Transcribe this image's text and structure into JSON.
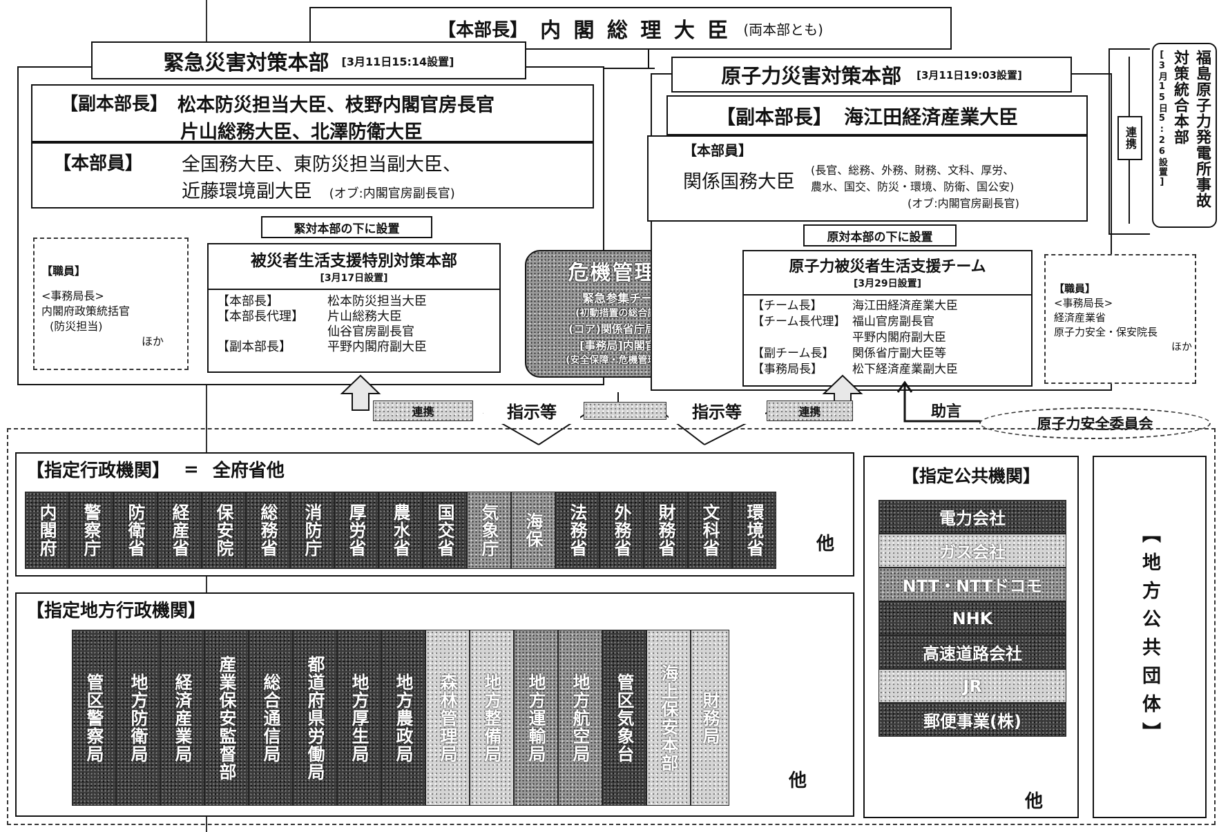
{
  "top": {
    "head_label": "【本部長】",
    "head_name": "内 閣 総 理 大 臣",
    "head_note": "(両本部とも)"
  },
  "emergency": {
    "title": "緊急災害対策本部",
    "date": "[3月11日15:14設置]",
    "vice_label": "【副本部長】",
    "vice_line1": "松本防災担当大臣、枝野内閣官房長官",
    "vice_line2": "片山総務大臣、北澤防衛大臣",
    "member_label": "【本部員】",
    "member_line1": "全国務大臣、東防災担当副大臣、",
    "member_line2": "近藤環境副大臣",
    "member_note": "(オブ:内閣官房副長官)",
    "staff_label": "【職員】",
    "staff_line1": "<事務局長>",
    "staff_line2": "内閣府政策統括官",
    "staff_line3": "(防災担当)",
    "staff_line4": "ほか",
    "under_label": "緊対本部の下に設置"
  },
  "victim_support": {
    "title": "被災者生活支援特別対策本部",
    "date": "[3月17日設置]",
    "rows": [
      {
        "k": "【本部長】",
        "v": "松本防災担当大臣"
      },
      {
        "k": "【本部長代理】",
        "v": "片山総務大臣"
      },
      {
        "k": "",
        "v": "仙谷官房副長官"
      },
      {
        "k": "【副本部長】",
        "v": "平野内閣府副大臣"
      }
    ]
  },
  "crisis": {
    "title": "危機管理監",
    "line1": "緊急参集チーム",
    "line2": "(初動措置の総合調整)",
    "line3": "(コア)関係省庁局長等",
    "line4": "[事務局]内閣官房",
    "line5": "(安全保障・危機管理担当)"
  },
  "nuclear": {
    "title": "原子力災害対策本部",
    "date": "[3月11日19:03設置]",
    "vice_label": "【副本部長】",
    "vice_name": "海江田経済産業大臣",
    "member_label": "【本部員】",
    "member_main": "関係国務大臣",
    "member_list1": "(長官、総務、外務、財務、文科、厚労、",
    "member_list2": "農水、国交、防災・環境、防衛、国公安)",
    "member_note": "(オブ:内閣官房副長官)",
    "under_label": "原対本部の下に設置",
    "staff_label": "【職員】",
    "staff_line1": "<事務局長>",
    "staff_line2": "経済産業省",
    "staff_line3": "原子力安全・保安院長",
    "staff_line4": "ほか"
  },
  "nuclear_team": {
    "title": "原子力被災者生活支援チーム",
    "date": "[3月29日設置]",
    "rows": [
      {
        "k": "【チーム長】",
        "v": "海江田経済産業大臣"
      },
      {
        "k": "【チーム長代理】",
        "v": "福山官房副長官"
      },
      {
        "k": "",
        "v": "平野内閣府副大臣"
      },
      {
        "k": "【副チーム長】",
        "v": "関係省庁副大臣等"
      },
      {
        "k": "【事務局長】",
        "v": "松下経済産業副大臣"
      }
    ]
  },
  "link_label": "連携",
  "fukushima": "福島原子力発電所事故対策統合本部",
  "fukushima_date": "[3月15日5:26設置]",
  "flow": {
    "renkei_left": "連携",
    "shiji_left": "指示等",
    "shiji_right": "指示等",
    "renkei_right": "連携",
    "advice": "助言",
    "safety_commission": "原子力安全委員会"
  },
  "designated_admin": {
    "title": "【指定行政機関】",
    "eq": "=",
    "sub": "全府省他",
    "orgs": [
      "内閣府",
      "警察庁",
      "防衛省",
      "経産省",
      "保安院",
      "総務省",
      "消防庁",
      "厚労省",
      "農水省",
      "国交省",
      "気象庁",
      "海保",
      "法務省",
      "外務省",
      "財務省",
      "文科省",
      "環境省"
    ],
    "other": "他"
  },
  "designated_local": {
    "title": "【指定地方行政機関】",
    "orgs": [
      "管区警察局",
      "地方防衛局",
      "経済産業局",
      "産業保安監督部",
      "総合通信局",
      "都道府県労働局",
      "地方厚生局",
      "地方農政局",
      "森林管理局",
      "地方整備局",
      "地方運輸局",
      "地方航空局",
      "管区気象台",
      "海上保安本部",
      "財務局"
    ],
    "other": "他"
  },
  "designated_public": {
    "title": "【指定公共機関】",
    "orgs": [
      "電力会社",
      "ガス会社",
      "NTT・NTTドコモ",
      "NHK",
      "高速道路会社",
      "JR",
      "郵便事業(株)"
    ],
    "other": "他"
  },
  "local_gov": "【地方公共団体】"
}
